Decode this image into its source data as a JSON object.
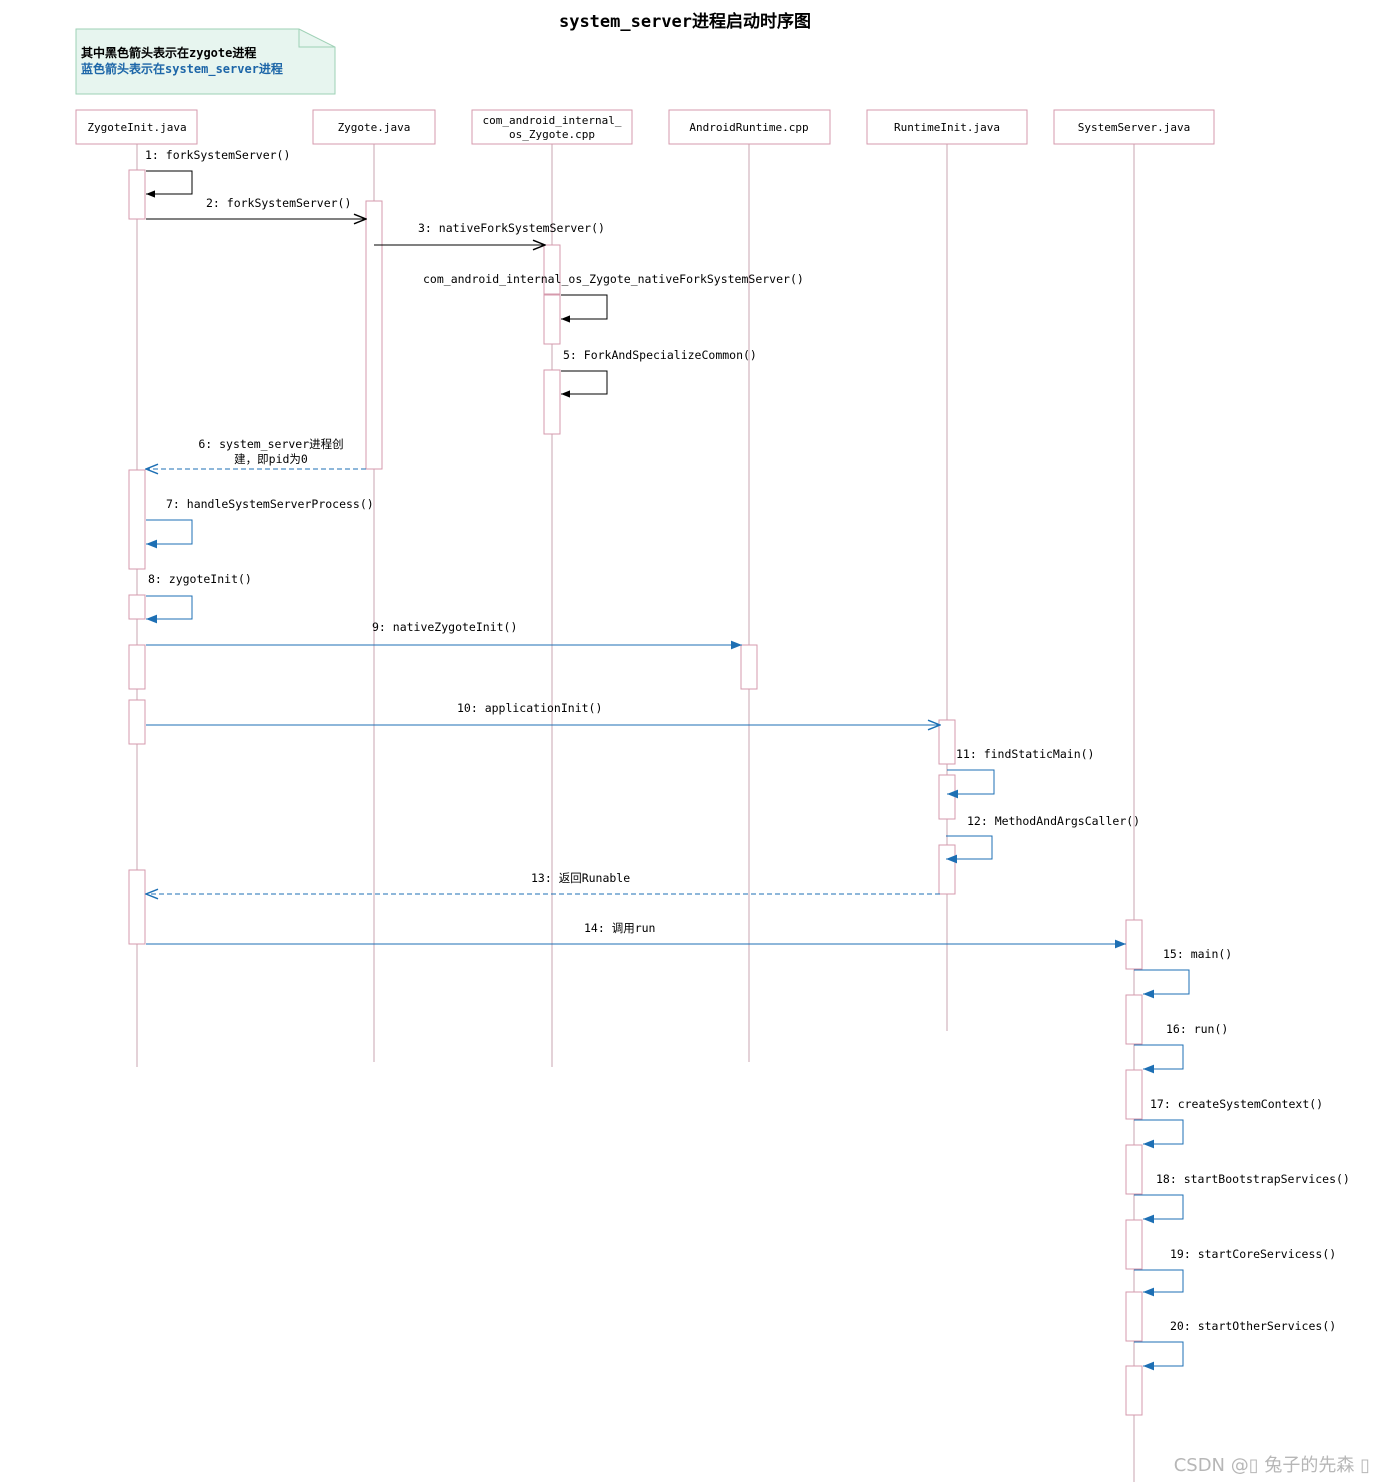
{
  "title": "system_server进程启动时序图",
  "note": {
    "line1": "其中黑色箭头表示在zygote进程",
    "line2": "蓝色箭头表示在system_server进程"
  },
  "participants": [
    {
      "id": "zygoteinit",
      "label": [
        "ZygoteInit.java"
      ]
    },
    {
      "id": "zygote",
      "label": [
        "Zygote.java"
      ]
    },
    {
      "id": "native",
      "label": [
        "com_android_internal_",
        "os_Zygote.cpp"
      ]
    },
    {
      "id": "runtime",
      "label": [
        "AndroidRuntime.cpp"
      ]
    },
    {
      "id": "runtimeinit",
      "label": [
        "RuntimeInit.java"
      ]
    },
    {
      "id": "systemserver",
      "label": [
        "SystemServer.java"
      ]
    }
  ],
  "messages": [
    {
      "label": [
        "1: forkSystemServer()"
      ],
      "from": "zygoteinit",
      "to": "zygoteinit",
      "self": true,
      "color": "black",
      "style": "solid",
      "head": "filled"
    },
    {
      "label": [
        "2: forkSystemServer()"
      ],
      "from": "zygoteinit",
      "to": "zygote",
      "color": "black",
      "style": "solid",
      "head": "open"
    },
    {
      "label": [
        "3: nativeForkSystemServer()"
      ],
      "from": "zygote",
      "to": "native",
      "color": "black",
      "style": "solid",
      "head": "open"
    },
    {
      "label": [
        "com_android_internal_os_Zygote_nativeForkSystemServer()"
      ],
      "from": "native",
      "to": "native",
      "self": true,
      "color": "black",
      "style": "solid",
      "head": "filled"
    },
    {
      "label": [
        "5: ForkAndSpecializeCommon()"
      ],
      "from": "native",
      "to": "native",
      "self": true,
      "color": "black",
      "style": "solid",
      "head": "filled"
    },
    {
      "label": [
        "6: system_server进程创",
        "建，即pid为0"
      ],
      "from": "zygote",
      "to": "zygoteinit",
      "color": "blue",
      "style": "dashed",
      "head": "open"
    },
    {
      "label": [
        "7: handleSystemServerProcess()"
      ],
      "from": "zygoteinit",
      "to": "zygoteinit",
      "self": true,
      "color": "blue",
      "style": "solid",
      "head": "filled"
    },
    {
      "label": [
        "8: zygoteInit()"
      ],
      "from": "zygoteinit",
      "to": "zygoteinit",
      "self": true,
      "color": "blue",
      "style": "solid",
      "head": "filled"
    },
    {
      "label": [
        "9: nativeZygoteInit()"
      ],
      "from": "zygoteinit",
      "to": "runtime",
      "color": "blue",
      "style": "solid",
      "head": "filled"
    },
    {
      "label": [
        "10: applicationInit()"
      ],
      "from": "zygoteinit",
      "to": "runtimeinit",
      "color": "blue",
      "style": "solid",
      "head": "open"
    },
    {
      "label": [
        "11:  findStaticMain()"
      ],
      "from": "runtimeinit",
      "to": "runtimeinit",
      "self": true,
      "color": "blue",
      "style": "solid",
      "head": "filled"
    },
    {
      "label": [
        "12: MethodAndArgsCaller()"
      ],
      "from": "runtimeinit",
      "to": "runtimeinit",
      "self": true,
      "color": "blue",
      "style": "solid",
      "head": "filled"
    },
    {
      "label": [
        "13: 返回Runable"
      ],
      "from": "runtimeinit",
      "to": "zygoteinit",
      "color": "blue",
      "style": "dashed",
      "head": "open"
    },
    {
      "label": [
        "14: 调用run"
      ],
      "from": "zygoteinit",
      "to": "systemserver",
      "color": "blue",
      "style": "solid",
      "head": "filled"
    },
    {
      "label": [
        "15: main()"
      ],
      "from": "systemserver",
      "to": "systemserver",
      "self": true,
      "color": "blue",
      "style": "solid",
      "head": "filled"
    },
    {
      "label": [
        "16: run()"
      ],
      "from": "systemserver",
      "to": "systemserver",
      "self": true,
      "color": "blue",
      "style": "solid",
      "head": "filled"
    },
    {
      "label": [
        "17: createSystemContext()"
      ],
      "from": "systemserver",
      "to": "systemserver",
      "self": true,
      "color": "blue",
      "style": "solid",
      "head": "filled"
    },
    {
      "label": [
        "18: startBootstrapServices()"
      ],
      "from": "systemserver",
      "to": "systemserver",
      "self": true,
      "color": "blue",
      "style": "solid",
      "head": "filled"
    },
    {
      "label": [
        "19: startCoreServicess()"
      ],
      "from": "systemserver",
      "to": "systemserver",
      "self": true,
      "color": "blue",
      "style": "solid",
      "head": "filled"
    },
    {
      "label": [
        "20: startOtherServices()"
      ],
      "from": "systemserver",
      "to": "systemserver",
      "self": true,
      "color": "blue",
      "style": "solid",
      "head": "filled"
    }
  ],
  "watermark": "CSDN @▯ 兔子的先森 ▯",
  "colors": {
    "blue": "#1d6fb4",
    "black": "#000000",
    "lifeline": "#c9a6b0",
    "box_border": "#d69aac",
    "note_fill": "#e7f5ef",
    "note_border": "#9ed1b6"
  }
}
